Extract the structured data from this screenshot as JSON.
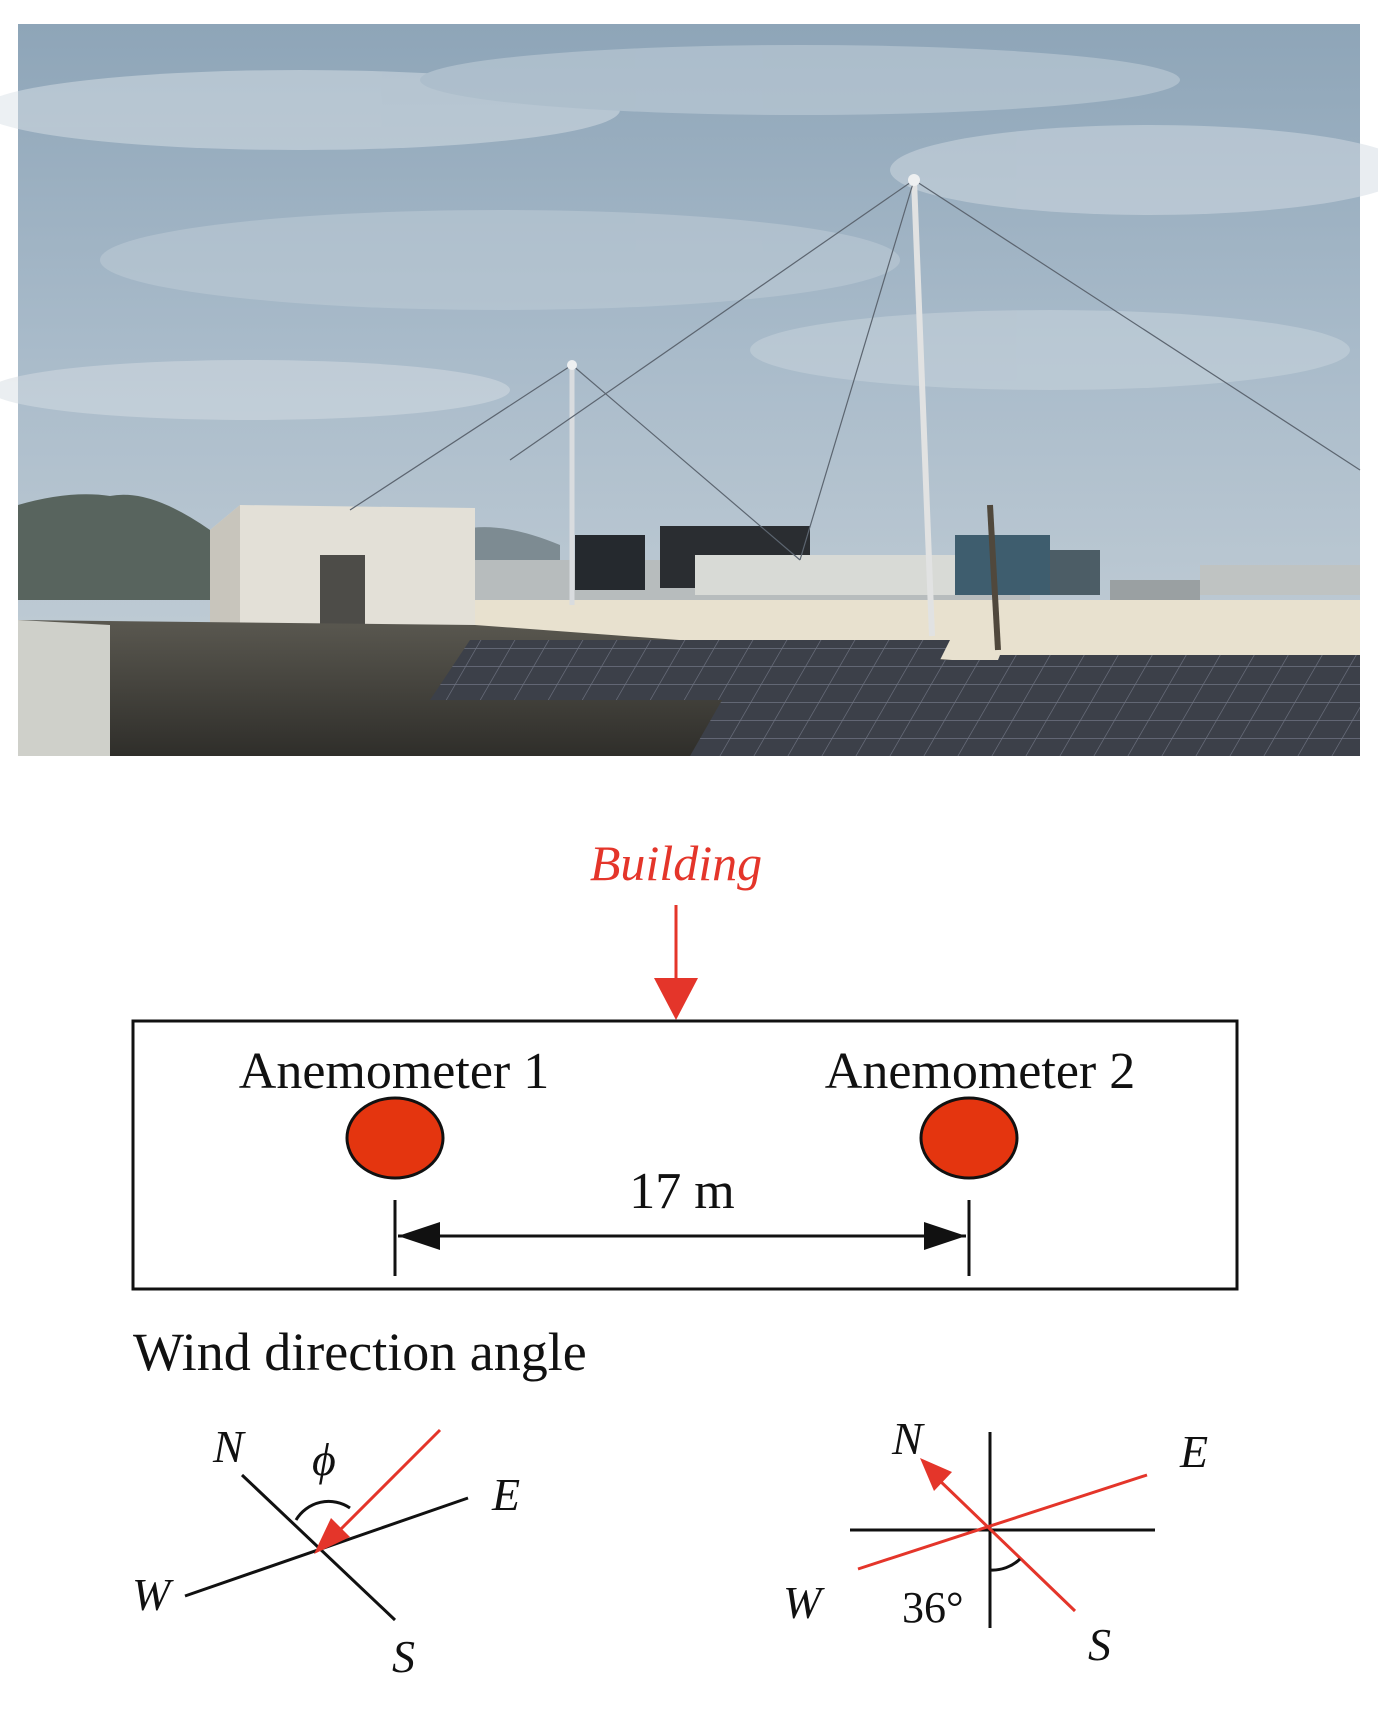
{
  "colors": {
    "accent_red": "#e4352a",
    "line_black": "#111111",
    "sky": "#9fb2c2"
  },
  "photo": {
    "description_icon": "rooftop-photo-icon"
  },
  "diagram": {
    "building_label": "Building",
    "anemometer_1_label": "Anemometer 1",
    "anemometer_2_label": "Anemometer 2",
    "distance_label": "17 m"
  },
  "wind": {
    "title": "Wind direction angle",
    "left_compass": {
      "n": "N",
      "e": "E",
      "s": "S",
      "w": "W",
      "angle_symbol": "ϕ"
    },
    "right_compass": {
      "n": "N",
      "e": "E",
      "s": "S",
      "w": "W",
      "angle_value": "36°"
    }
  }
}
